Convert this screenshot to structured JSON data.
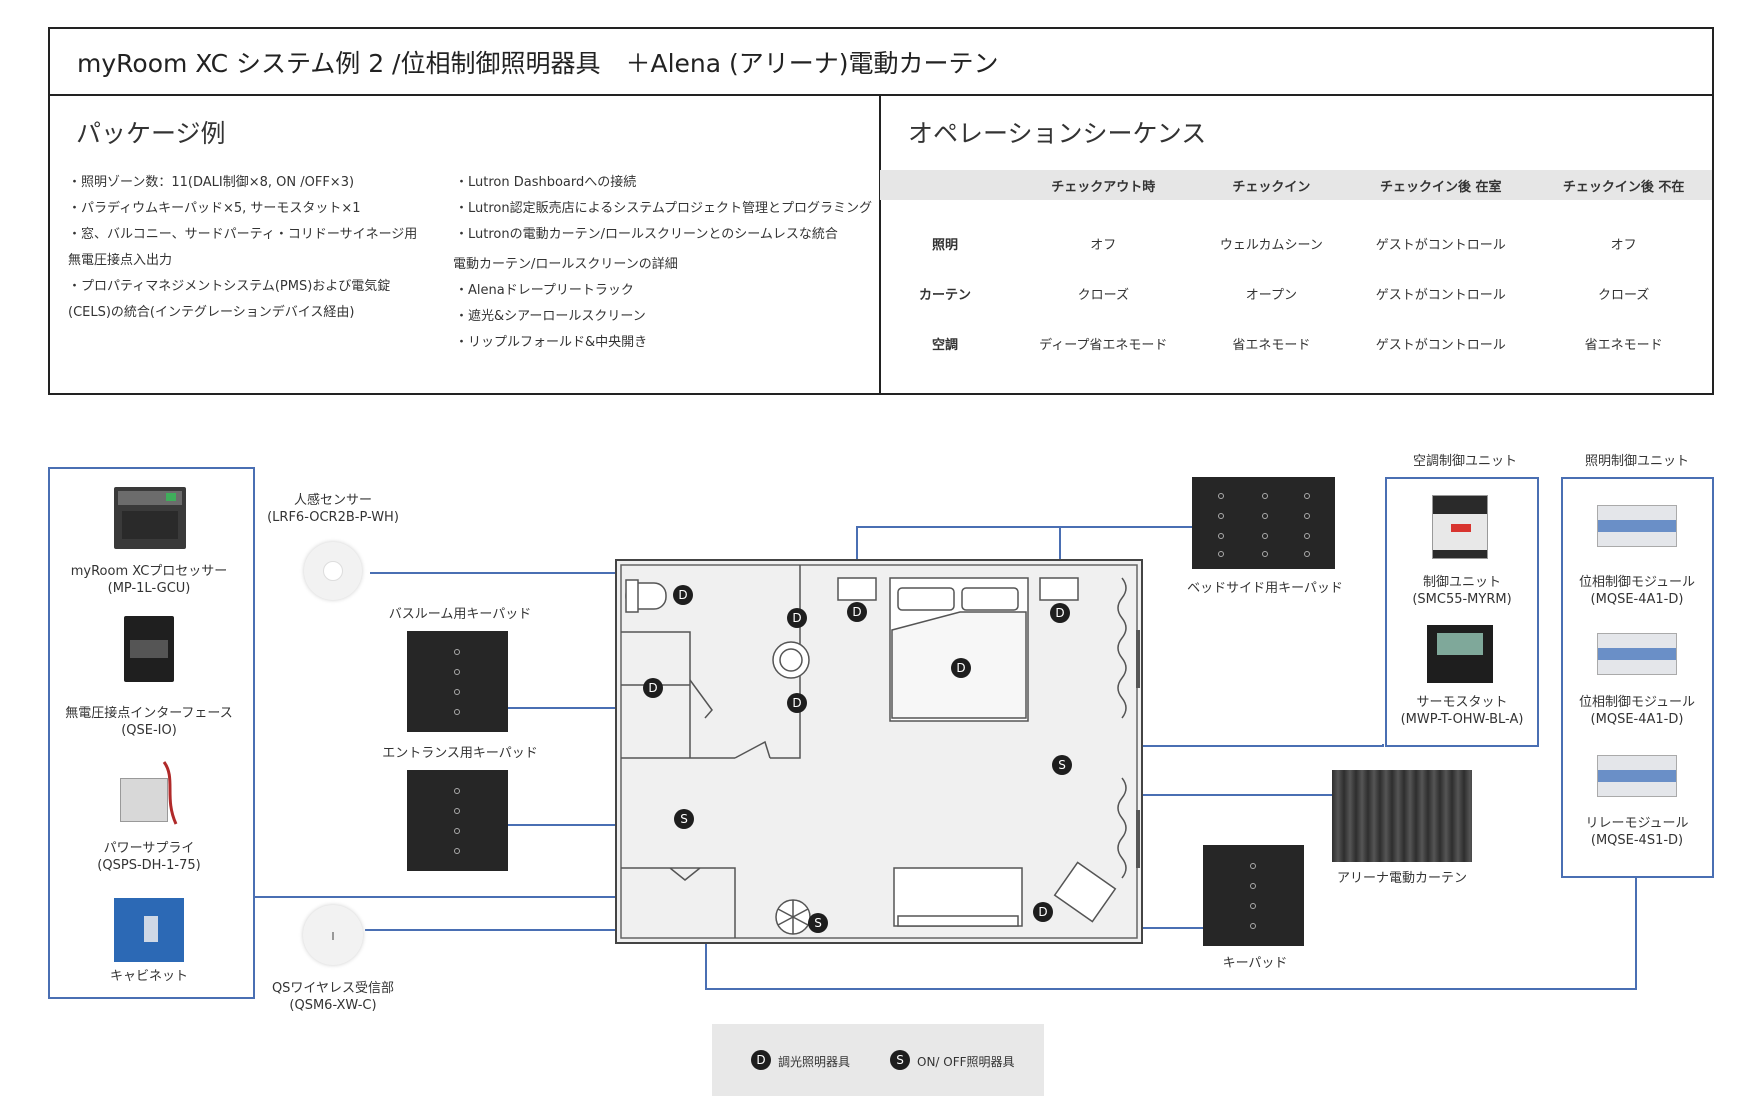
{
  "header": {
    "title": "myRoom XC システム例 2 /位相制御照明器具　＋Alena (アリーナ)電動カーテン"
  },
  "package": {
    "title": "パッケージ例",
    "left_lines": [
      "・照明ゾーン数：11(DALI制御×8, ON /OFF×3)",
      "・パラディウムキーパッド×5, サーモスタット×1",
      "・窓、バルコニー、サードパーティ・コリドーサイネージ用",
      "無電圧接点入出力",
      "・プロパティマネジメントシステム(PMS)および電気錠",
      "(CELS)の統合(インテグレーションデバイス経由)"
    ],
    "right_lines": [
      "・Lutron Dashboardへの接続",
      "・Lutron認定販売店によるシステムプロジェクト管理とプログラミング",
      "・Lutronの電動カーテン/ロールスクリーンとのシームレスな統合"
    ],
    "detail_title": "電動カーテン/ロールスクリーンの詳細",
    "detail_lines": [
      "・Alenaドレープリートラック",
      "・遮光&シアーロールスクリーン",
      "・リップルフォールド&中央開き"
    ]
  },
  "operation": {
    "title": "オペレーションシーケンス",
    "columns": [
      "",
      "チェックアウト時",
      "チェックイン",
      "チェックイン後 在室",
      "チェックイン後 不在"
    ],
    "rows": [
      [
        "照明",
        "オフ",
        "ウェルカムシーン",
        "ゲストがコントロール",
        "オフ"
      ],
      [
        "カーテン",
        "クローズ",
        "オープン",
        "ゲストがコントロール",
        "クローズ"
      ],
      [
        "空調",
        "ディープ省エネモード",
        "省エネモード",
        "ゲストがコントロール",
        "省エネモード"
      ]
    ]
  },
  "devices": {
    "processor": "myRoom XCプロセッサー",
    "processor_model": "(MP-1L-GCU)",
    "interface": "無電圧接点インターフェース",
    "interface_model": "(QSE-IO)",
    "power": "パワーサプライ",
    "power_model": "(QSPS-DH-1-75)",
    "cabinet": "キャビネット",
    "sensor": "人感センサー",
    "sensor_model": "(LRF6-OCR2B-P-WH)",
    "bath_keypad": "バスルーム用キーパッド",
    "entrance_keypad": "エントランス用キーパッド",
    "wireless": "QSワイヤレス受信部",
    "wireless_model": "(QSM6-XW-C)",
    "bedside_keypad": "ベッドサイド用キーパッド",
    "keypad": "キーパッド",
    "curtain": "アリーナ電動カーテン",
    "hvac_group": "空調制御ユニット",
    "control_unit": "制御ユニット",
    "control_unit_model": "(SMC55-MYRM)",
    "thermostat": "サーモスタット",
    "thermostat_model": "(MWP-T-OHW-BL-A)",
    "lighting_group": "照明制御ユニット",
    "phase_module_1": "位相制御モジュール",
    "phase_module_1_model": "(MQSE-4A1-D)",
    "phase_module_2": "位相制御モジュール",
    "phase_module_2_model": "(MQSE-4A1-D)",
    "relay_module": "リレーモジュール",
    "relay_module_model": "(MQSE-4S1-D)"
  },
  "legend": {
    "d_mark": "D",
    "s_mark": "S",
    "d_label": "調光照明器具",
    "s_label": "ON/ OFF照明器具"
  },
  "colors": {
    "line_blue": "#4a6fb3",
    "frame": "#222222",
    "keypad": "#262626",
    "floor": "#f0f0f0"
  }
}
